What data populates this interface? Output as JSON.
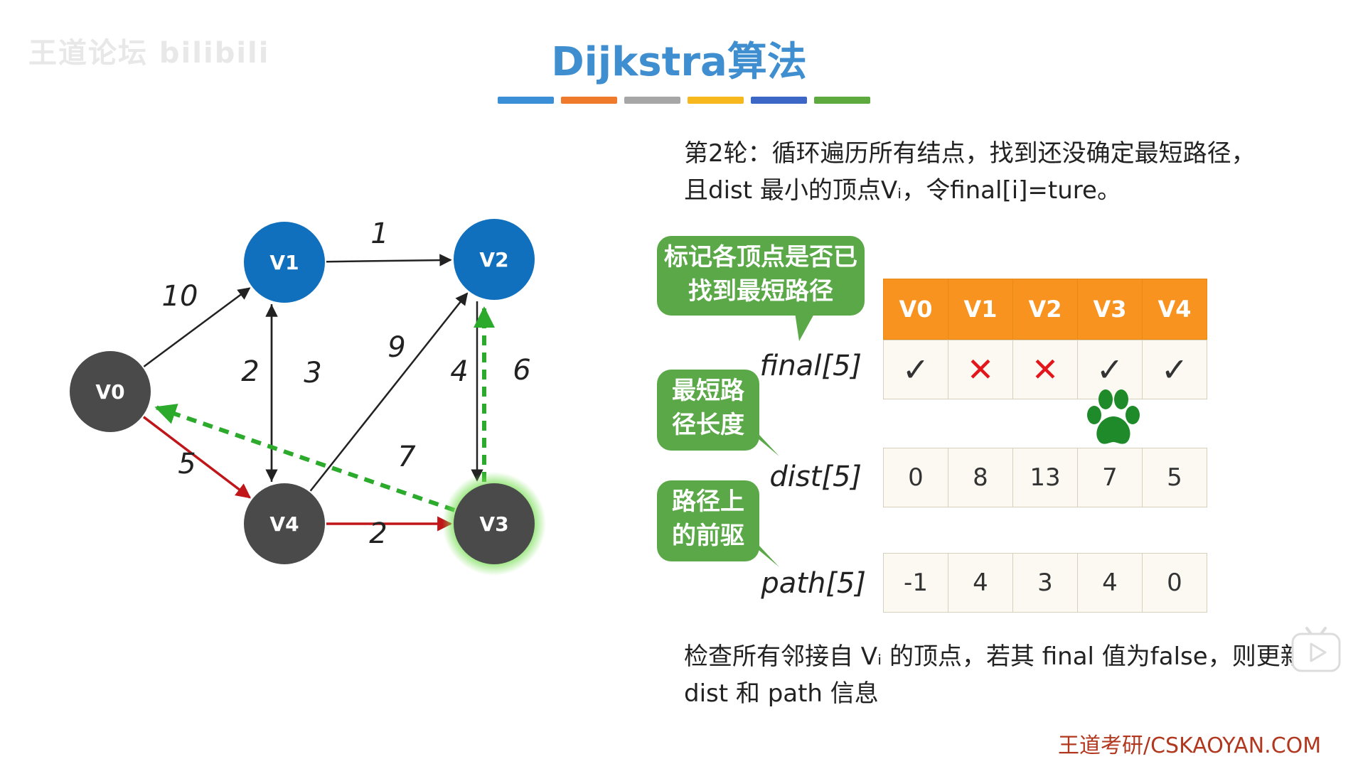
{
  "watermark": "王道论坛 bilibili",
  "title": "Dijkstra算法",
  "colors": {
    "title": "#3f8ed0",
    "bar": [
      "#3b8fd6",
      "#ef7a2c",
      "#a6a6a6",
      "#f7b81e",
      "#3d67c7",
      "#5eaa3e"
    ],
    "blue_node": "#1170bd",
    "gray_node": "#4a4a4a",
    "red_edge": "#c0161a",
    "green_dashed": "#2caa2c",
    "orange_header": "#f7931e",
    "bubble": "#5aa847"
  },
  "description_top": "第2轮：循环遍历所有结点，找到还没确定最短路径，且dist 最小的顶点Vᵢ，令final[i]=ture。",
  "description_bottom": "检查所有邻接自 Vᵢ 的顶点，若其 final 值为false，则更新 dist 和 path 信息",
  "graph": {
    "nodes": [
      {
        "id": "V0",
        "label": "V0",
        "state": "gray"
      },
      {
        "id": "V1",
        "label": "V1",
        "state": "blue"
      },
      {
        "id": "V2",
        "label": "V2",
        "state": "blue"
      },
      {
        "id": "V3",
        "label": "V3",
        "state": "gray-glow"
      },
      {
        "id": "V4",
        "label": "V4",
        "state": "gray"
      }
    ],
    "edges": [
      {
        "from": "V0",
        "to": "V1",
        "weight": "10",
        "style": "black"
      },
      {
        "from": "V1",
        "to": "V2",
        "weight": "1",
        "style": "black"
      },
      {
        "from": "V1",
        "to": "V4",
        "weight": "2",
        "style": "black"
      },
      {
        "from": "V4",
        "to": "V1",
        "weight": "3",
        "style": "black"
      },
      {
        "from": "V4",
        "to": "V2",
        "weight": "9",
        "style": "black"
      },
      {
        "from": "V2",
        "to": "V3",
        "weight": "4",
        "style": "black"
      },
      {
        "from": "V3",
        "to": "V2",
        "weight": "6",
        "style": "green-dashed"
      },
      {
        "from": "V3",
        "to": "V0",
        "weight": "7",
        "style": "green-dashed"
      },
      {
        "from": "V0",
        "to": "V4",
        "weight": "5",
        "style": "red"
      },
      {
        "from": "V4",
        "to": "V3",
        "weight": "2",
        "style": "red"
      }
    ]
  },
  "bubbles": {
    "final": "标记各顶点是否已找到最短路径",
    "dist": "最短路径长度",
    "path": "路径上的前驱"
  },
  "row_labels": {
    "final": "final[5]",
    "dist": "dist[5]",
    "path": "path[5]"
  },
  "table": {
    "headers": [
      "V0",
      "V1",
      "V2",
      "V3",
      "V4"
    ],
    "final": [
      "check",
      "cross",
      "cross",
      "check",
      "check"
    ],
    "dist": [
      "0",
      "8",
      "13",
      "7",
      "5"
    ],
    "path": [
      "-1",
      "4",
      "3",
      "4",
      "0"
    ]
  },
  "icons": {
    "final_true": "check-icon",
    "final_false": "cross-icon",
    "paw": "paw-icon",
    "play": "play-icon"
  },
  "footer": "王道考研/CSKAOYAN.COM"
}
